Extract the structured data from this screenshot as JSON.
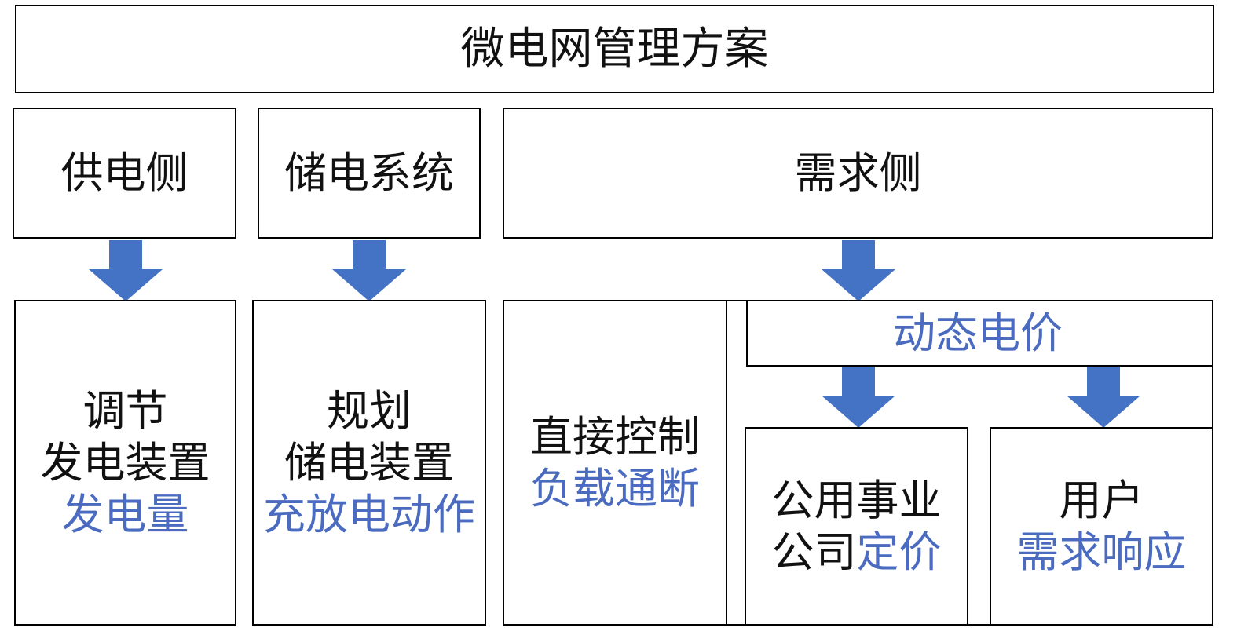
{
  "colors": {
    "border": "#000000",
    "text": "#111111",
    "accent_text": "#4a6bbf",
    "arrow": "#4472c4"
  },
  "title": "微电网管理方案",
  "categories": {
    "supply": "供电侧",
    "storage": "储电系统",
    "demand": "需求侧"
  },
  "supply_box": {
    "line1": "调节",
    "line2": "发电装置",
    "highlight": "发电量"
  },
  "storage_box": {
    "line1": "规划",
    "line2": "储电装置",
    "highlight": "充放电动作"
  },
  "direct_control": {
    "line1": "直接控制",
    "highlight": "负载通断"
  },
  "dynamic_pricing": "动态电价",
  "utility_box": {
    "line1": "公用事业",
    "line2_black": "公司",
    "line2_blue": "定价"
  },
  "user_box": {
    "line1": "用户",
    "highlight": "需求响应"
  }
}
